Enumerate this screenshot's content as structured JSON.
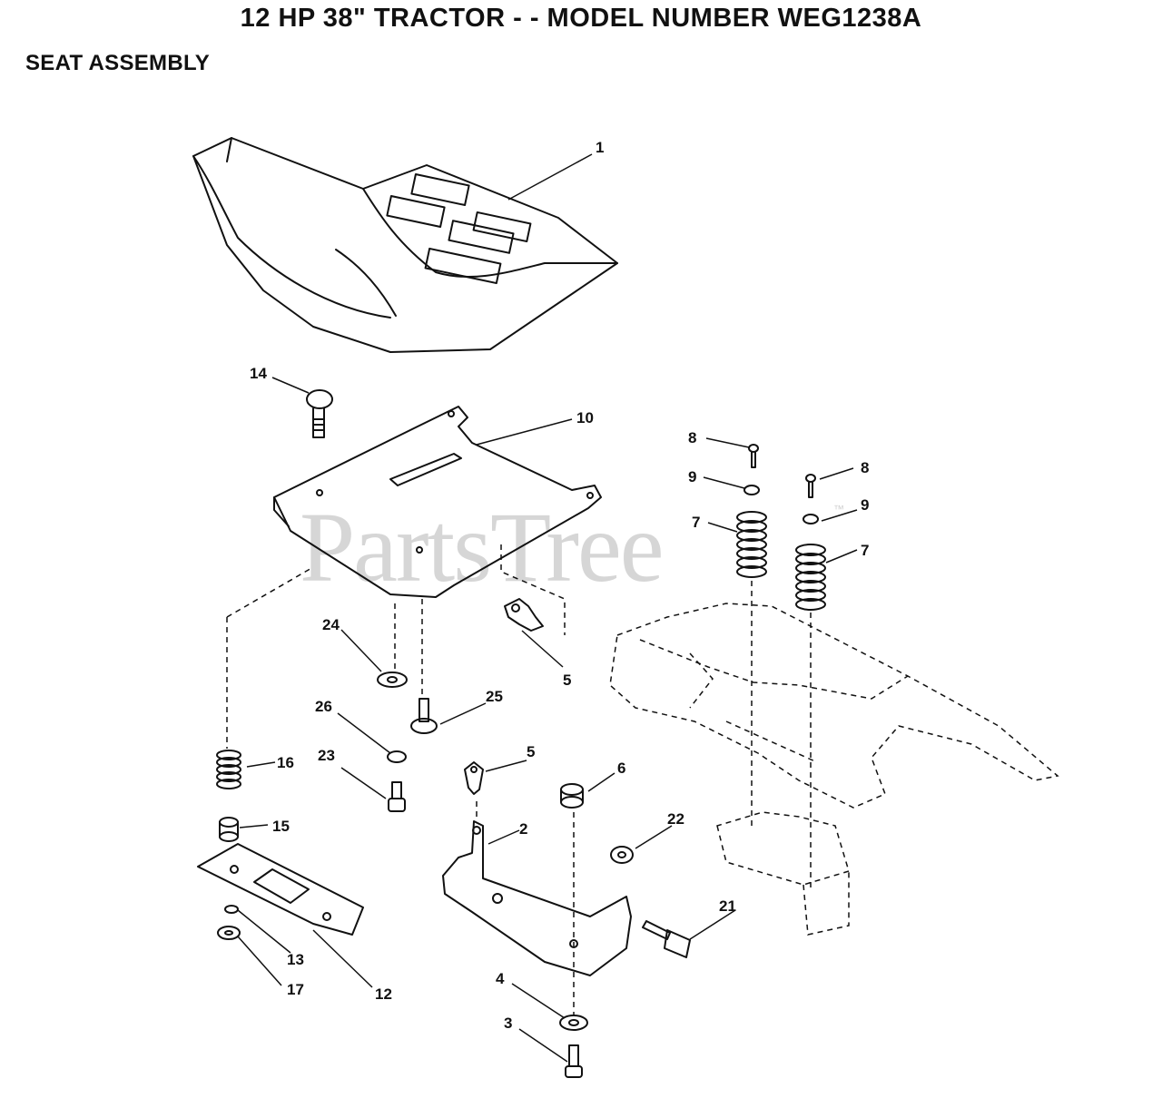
{
  "header": {
    "title": "12 HP 38\" TRACTOR - - MODEL NUMBER WEG1238A",
    "section": "SEAT ASSEMBLY"
  },
  "watermark": {
    "text": "PartsTree",
    "trademark": "™"
  },
  "callouts": {
    "c1": "1",
    "c14": "14",
    "c10": "10",
    "c8a": "8",
    "c8b": "8",
    "c9a": "9",
    "c9b": "9",
    "c7a": "7",
    "c7b": "7",
    "c24": "24",
    "c5a": "5",
    "c5b": "5",
    "c26": "26",
    "c25": "25",
    "c23": "23",
    "c16": "16",
    "c6": "6",
    "c2": "2",
    "c15": "15",
    "c22": "22",
    "c21": "21",
    "c13": "13",
    "c17": "17",
    "c12": "12",
    "c4": "4",
    "c3": "3"
  },
  "colors": {
    "line": "#111111",
    "watermark": "#d6d6d6"
  }
}
